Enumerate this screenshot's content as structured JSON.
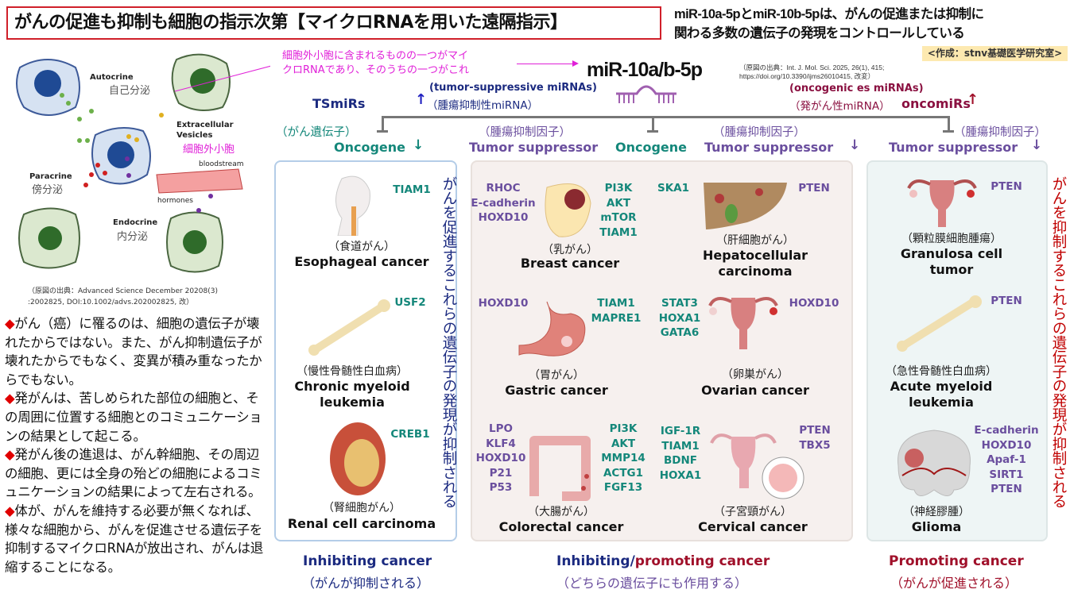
{
  "title": "がんの促進も抑制も細胞の指示次第【マイクロRNAを用いた遠隔指示】",
  "subtitle": [
    "miR-10a-5pとmiR-10b-5pは、がんの促進または抑制に",
    "関わる多数の遺伝子の発現をコントロールしている"
  ],
  "credit": "<作成：stnv基礎医学研究室>",
  "left_diagram": {
    "autocrine": "Autocrine",
    "autocrine_jp": "自己分泌",
    "ev": "Extracellular",
    "ev2": "Vesicles",
    "ev_jp": "細胞外小胞",
    "bloodstream": "bloodstream",
    "paracrine": "Paracrine",
    "paracrine_jp": "傍分泌",
    "hormones": "hormones",
    "endocrine": "Endocrine",
    "endocrine_jp": "内分泌",
    "source": [
      "（原図の出典：Advanced Science December 20208(3)",
      ":2002825, DOI:10.1002/advs.202002825, 改）"
    ]
  },
  "left_text": [
    "がん（癌）に罹るのは、細胞の遺伝子が壊れたからではない。また、がん抑制遺伝子が壊れたからでもなく、変異が積み重なったからでもない。",
    "発がんは、苦しめられた部位の細胞と、その周囲に位置する細胞とのコミュニケーションの結果として起こる。",
    "発がん後の進退は、がん幹細胞、その周辺の細胞、更には全身の殆どの細胞によるコミュニケーションの結果によって左右される。",
    "体が、がんを維持する必要が無くなれば、様々な細胞から、がんを促進させる遺伝子を抑制するマイクロRNAが放出され、がんは退縮することになる。"
  ],
  "bullet": "◆",
  "annotation": [
    "細胞外小胞に含まれるものの一つがマイ",
    "クロRNAであり、そのうちの一つがこれ"
  ],
  "mir": "miR-10a/b-5p",
  "citation": [
    "（原図の出典：Int. J. Mol. Sci. 2025, 26(1), 415;",
    "https://doi.org/10.3390/ijms26010415, 改変）"
  ],
  "tsmirs": {
    "label": "TSmiRs",
    "en": "(tumor-suppressive miRNAs)",
    "jp": "（腫瘍抑制性miRNA）"
  },
  "oncomirs": {
    "label": "oncomiRs",
    "en": "(oncogenic es miRNAs)",
    "jp": "（発がん性miRNA）"
  },
  "branches": {
    "oncogene_jp": "（がん遺伝子）",
    "oncogene": "Oncogene",
    "ts_jp": "（腫瘍抑制因子）",
    "ts": "Tumor suppressor"
  },
  "panel1": {
    "vertical": "がんを促進するこれらの遺伝子の発現が抑制される",
    "items": [
      {
        "jp": "（食道がん）",
        "en": [
          "Esophageal cancer"
        ],
        "genes": [
          "TIAM1"
        ]
      },
      {
        "jp": "（慢性骨髄性白血病）",
        "en": [
          "Chronic myeloid",
          "leukemia"
        ],
        "genes": [
          "USF2"
        ]
      },
      {
        "jp": "（腎細胞がん）",
        "en": [
          "Renal cell carcinoma"
        ],
        "genes": [
          "CREB1"
        ]
      }
    ]
  },
  "panel2": {
    "items": [
      {
        "jp": "（乳がん）",
        "en": [
          "Breast cancer"
        ],
        "ts": [
          "RHOC",
          "E-cadherin",
          "HOXD10"
        ],
        "onc": [
          "PI3K",
          "AKT",
          "mTOR",
          "TIAM1"
        ]
      },
      {
        "jp": "（肝細胞がん）",
        "en": [
          "Hepatocellular",
          "carcinoma"
        ],
        "onc": [
          "SKA1"
        ],
        "ts": [
          "PTEN"
        ]
      },
      {
        "jp": "（胃がん）",
        "en": [
          "Gastric cancer"
        ],
        "ts": [
          "HOXD10"
        ],
        "onc": [
          "TIAM1",
          "MAPRE1"
        ]
      },
      {
        "jp": "（卵巣がん）",
        "en": [
          "Ovarian cancer"
        ],
        "onc": [
          "STAT3",
          "HOXA1",
          "GATA6"
        ],
        "ts": [
          "HOXD10"
        ]
      },
      {
        "jp": "（大腸がん）",
        "en": [
          "Colorectal cancer"
        ],
        "ts": [
          "LPO",
          "KLF4",
          "HOXD10",
          "P21",
          "P53"
        ],
        "onc": [
          "PI3K",
          "AKT",
          "MMP14",
          "ACTG1",
          "FGF13"
        ]
      },
      {
        "jp": "（子宮頸がん）",
        "en": [
          "Cervical cancer"
        ],
        "onc": [
          "IGF-1R",
          "TIAM1",
          "BDNF",
          "HOXA1"
        ],
        "ts": [
          "PTEN",
          "TBX5"
        ]
      }
    ]
  },
  "panel3": {
    "vertical": "がんを抑制するこれらの遺伝子の発現が抑制される",
    "items": [
      {
        "jp": "（顆粒膜細胞腫瘍）",
        "en": [
          "Granulosa cell",
          "tumor"
        ],
        "genes": [
          "PTEN"
        ]
      },
      {
        "jp": "（急性骨髄性白血病）",
        "en": [
          "Acute myeloid",
          "leukemia"
        ],
        "genes": [
          "PTEN"
        ]
      },
      {
        "jp": "（神経膠腫）",
        "en": [
          "Glioma"
        ],
        "genes": [
          "E-cadherin",
          "HOXD10",
          "Apaf-1",
          "SIRT1",
          "PTEN"
        ]
      }
    ]
  },
  "bottom": {
    "left": "Inhibiting cancer",
    "left_jp": "（がんが抑制される）",
    "mid_a": "Inhibiting/",
    "mid_b": "promoting cancer",
    "mid_jp": "（どちらの遺伝子にも作用する）",
    "right": "Promoting cancer",
    "right_jp": "（がんが促進される）"
  },
  "colors": {
    "navy": "#1b2a80",
    "teal": "#14877a",
    "purple": "#6a4e9e",
    "darkred": "#a0102a",
    "magenta": "#e020d8",
    "red": "#d0202a"
  }
}
